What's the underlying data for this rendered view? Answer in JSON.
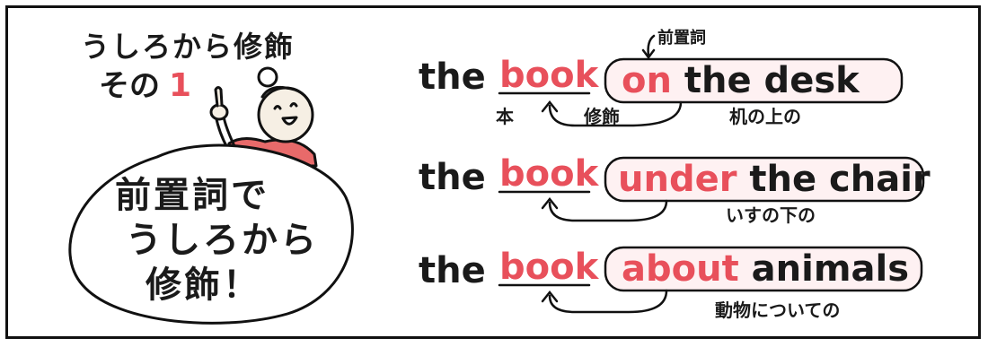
{
  "title": {
    "line1": "うしろから修飾",
    "line2_prefix": "その",
    "line2_number": "1"
  },
  "bubble": {
    "line1": "前置詞で",
    "line2": "うしろから",
    "line3": "修飾！"
  },
  "examples": [
    {
      "article": "the",
      "noun": "book",
      "preposition": "on",
      "rest": "the desk",
      "noun_gloss": "本",
      "modify_label": "修飾",
      "phrase_gloss": "机の上の",
      "preposition_label": "前置詞"
    },
    {
      "article": "the",
      "noun": "book",
      "preposition": "under",
      "rest": "the chair",
      "phrase_gloss": "いすの下の"
    },
    {
      "article": "the",
      "noun": "book",
      "preposition": "about",
      "rest": "animals",
      "phrase_gloss": "動物についての"
    }
  ],
  "colors": {
    "accent": "#e8505b",
    "skin": "#f6efe4",
    "shirt": "#e86a6a",
    "highlight": "#fde6e8"
  }
}
